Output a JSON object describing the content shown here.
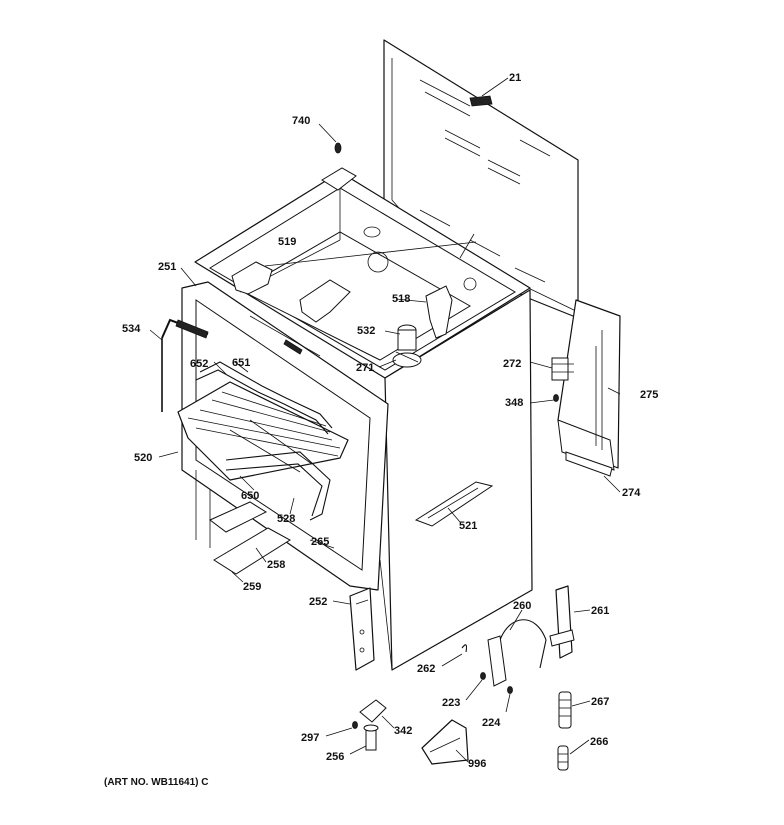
{
  "diagram": {
    "art_number": "(ART NO. WB11641) C",
    "callouts": {
      "p21": "21",
      "p740": "740",
      "p519": "519",
      "p251": "251",
      "p518": "518",
      "p534": "534",
      "p532": "532",
      "p652": "652",
      "p651": "651",
      "p271": "271",
      "p272": "272",
      "p275": "275",
      "p348": "348",
      "p520": "520",
      "p274": "274",
      "p650": "650",
      "p528": "528",
      "p521": "521",
      "p265": "265",
      "p258": "258",
      "p259": "259",
      "p252": "252",
      "p260": "260",
      "p261": "261",
      "p262": "262",
      "p223": "223",
      "p224": "224",
      "p267": "267",
      "p297": "297",
      "p342": "342",
      "p266": "266",
      "p256": "256",
      "p996": "996"
    }
  }
}
